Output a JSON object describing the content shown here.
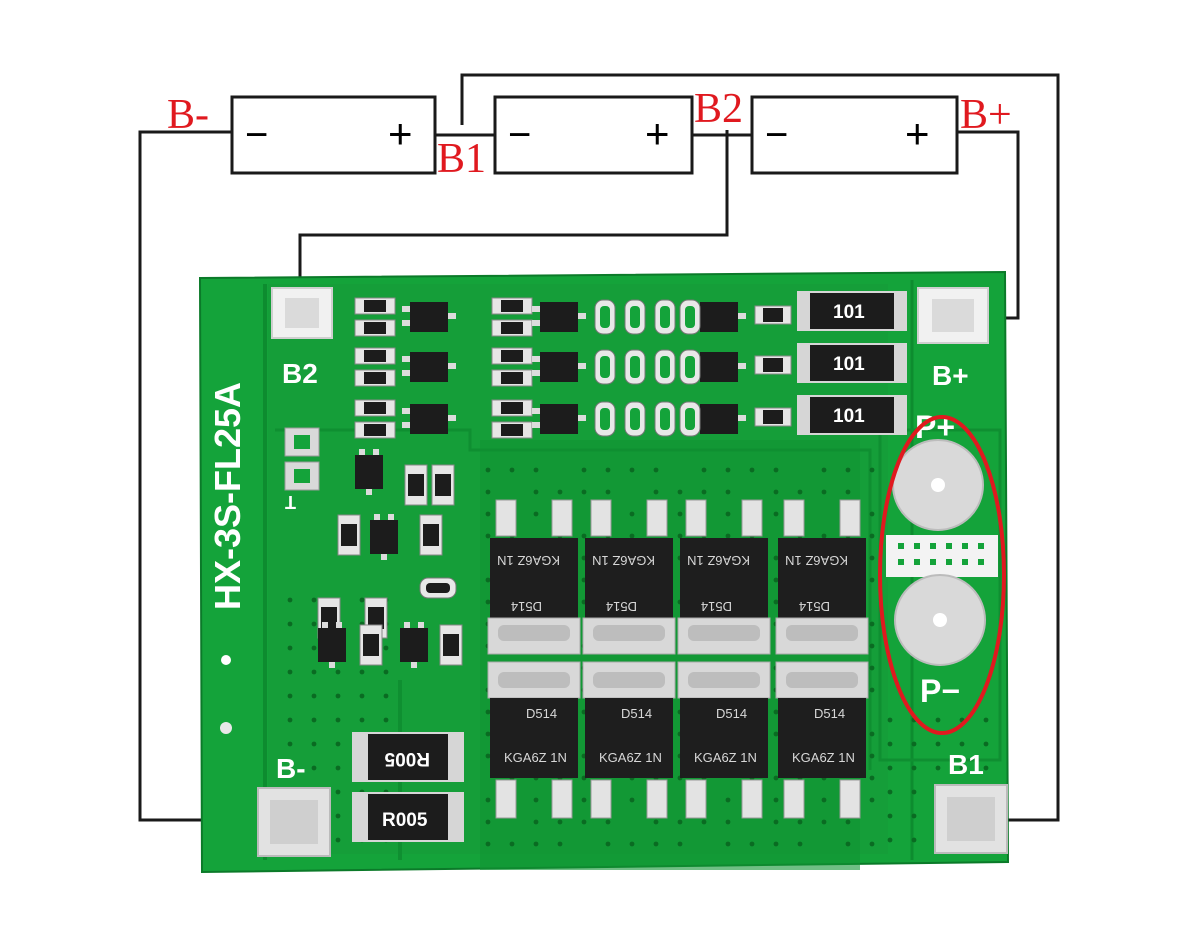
{
  "wiring_labels": {
    "b_minus": "B-",
    "b1": "B1",
    "b2": "B2",
    "b_plus": "B+"
  },
  "cells": [
    {
      "neg": "−",
      "pos": "+"
    },
    {
      "neg": "−",
      "pos": "+"
    },
    {
      "neg": "−",
      "pos": "+"
    }
  ],
  "board": {
    "model": "HX-3S-FL25A",
    "pad_b2": "B2",
    "pad_b_plus": "B+",
    "pad_b_minus": "B-",
    "pad_b1": "B1",
    "p_plus": "P+",
    "p_minus": "P−",
    "thermistor_mark": "T",
    "resistor_101": "101",
    "shunt": "R005",
    "mosfet_top": "KGA6Z 1N",
    "mosfet_code": "D514"
  },
  "colors": {
    "pcb": "#14a33a",
    "pcb_dark": "#0e8a2e",
    "annotation_red": "#e0191f",
    "wire": "#1a1a1a"
  }
}
